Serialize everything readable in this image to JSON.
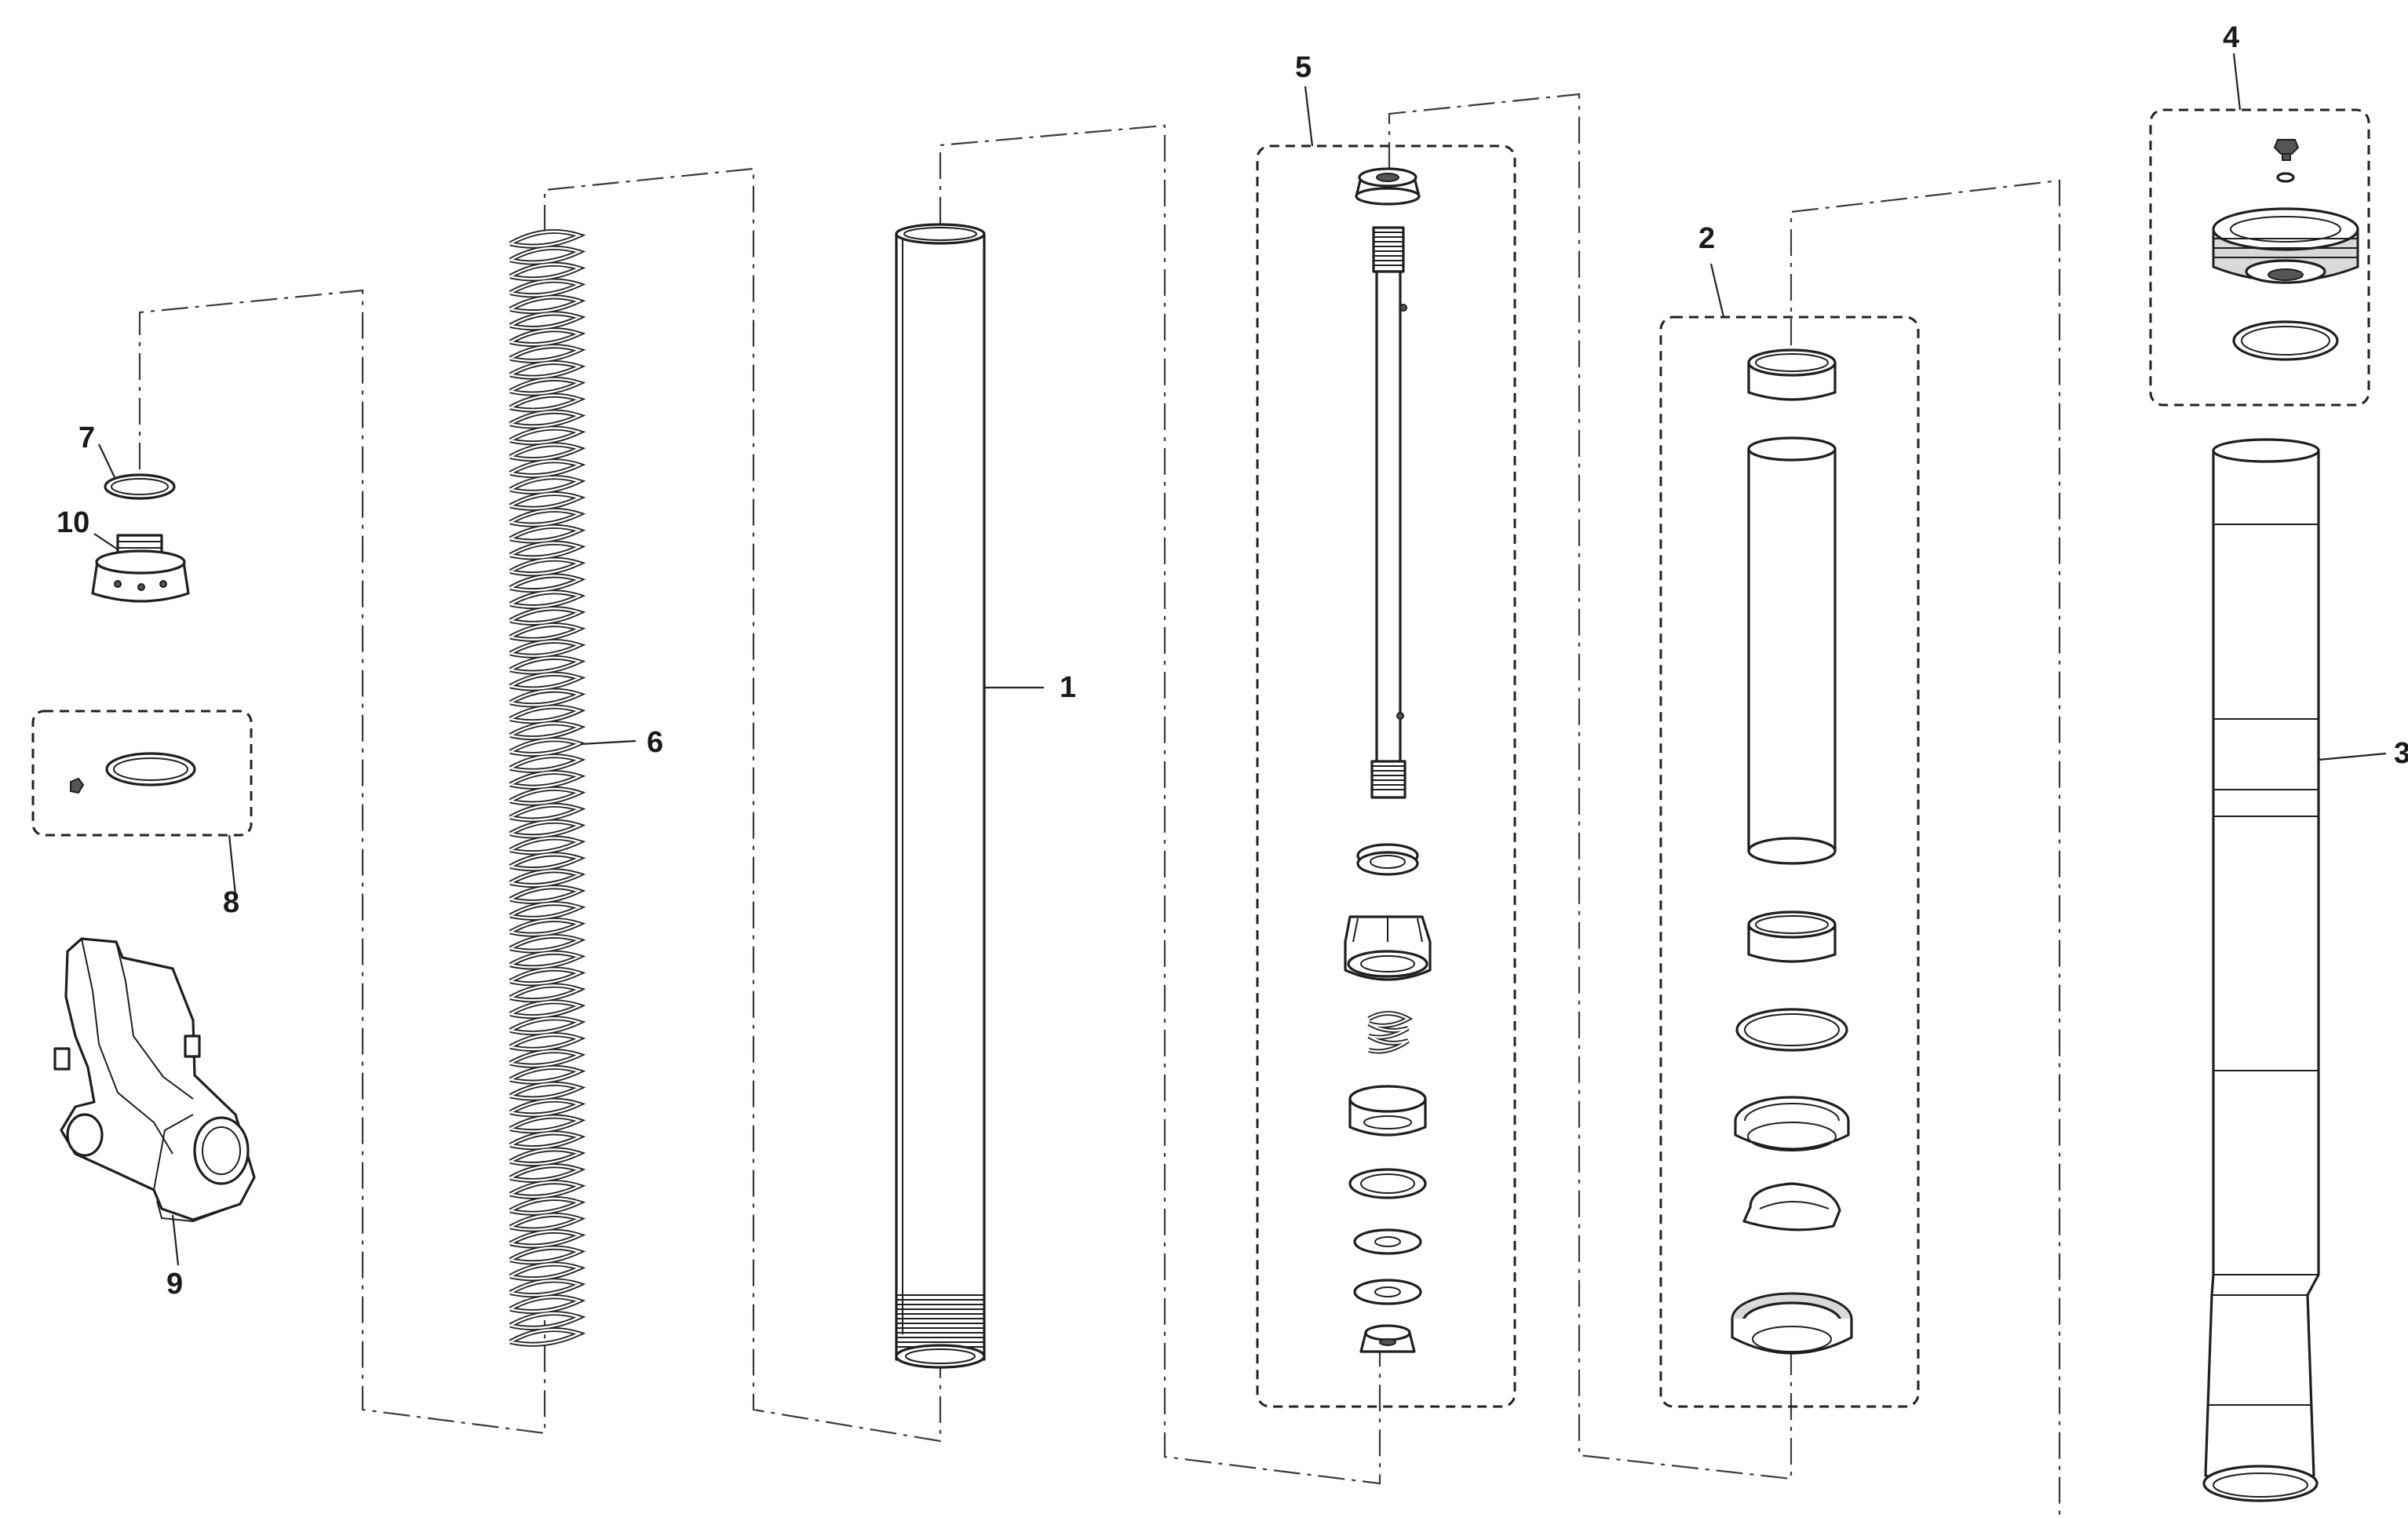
{
  "diagram": {
    "callouts": [
      "1",
      "2",
      "3",
      "4",
      "5",
      "6",
      "7",
      "8",
      "9",
      "10"
    ]
  },
  "icons": {
    "fork_tube": "fork-inner-tube-icon",
    "spring": "coil-spring-icon",
    "cartridge": "damper-cartridge-icon",
    "outer_tube": "fork-outer-tube-icon",
    "bracket": "axle-bracket-icon"
  },
  "colors": {
    "line": "#1f1f1f",
    "background": "#ffffff"
  }
}
